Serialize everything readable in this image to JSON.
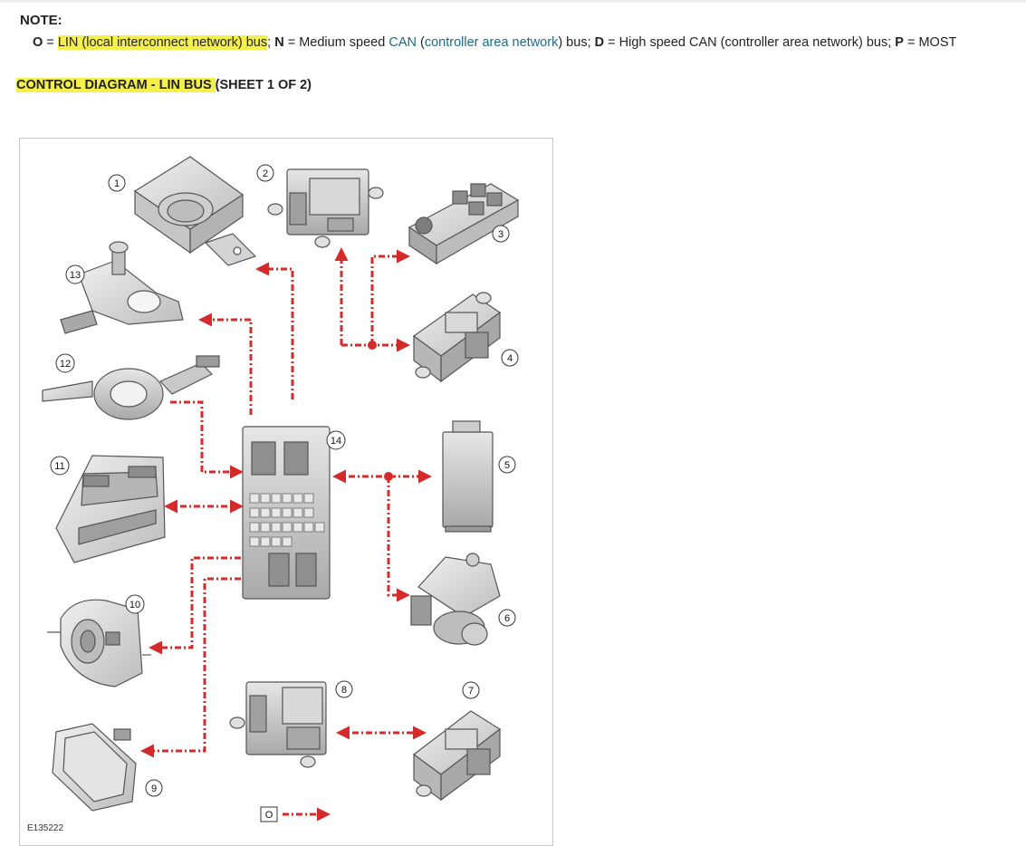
{
  "note": {
    "heading": "NOTE:",
    "o_code": "O",
    "o_eq": " = ",
    "o_desc_hl": "LIN (local interconnect network) bus",
    "o_sep": "; ",
    "n_code": "N",
    "n_desc_a": " = Medium speed ",
    "n_link_can": "CAN",
    "n_paren_open": " (",
    "n_link_full": "controller area network",
    "n_desc_b": ") bus; ",
    "d_code": "D",
    "d_desc": " = High speed CAN (controller area network) bus; ",
    "p_code": "P",
    "p_desc": " = MOST"
  },
  "diagram_title": {
    "hl_part1": "CONTROL DIAGRAM",
    "hl_mid": " - LIN BUS ",
    "rest": "(SHEET 1 OF 2)"
  },
  "figure": {
    "figure_id": "E135222",
    "legend_label": "O",
    "components": [
      {
        "num": "1"
      },
      {
        "num": "2"
      },
      {
        "num": "3"
      },
      {
        "num": "4"
      },
      {
        "num": "5"
      },
      {
        "num": "6"
      },
      {
        "num": "7"
      },
      {
        "num": "8"
      },
      {
        "num": "9"
      },
      {
        "num": "10"
      },
      {
        "num": "11"
      },
      {
        "num": "12"
      },
      {
        "num": "13"
      },
      {
        "num": "14"
      }
    ]
  },
  "colors": {
    "highlight": "#f5ef4a",
    "link": "#1b6a8f",
    "bus_line": "#d42a2a",
    "component_fill": "#d9d9d9",
    "component_stroke": "#555555"
  }
}
